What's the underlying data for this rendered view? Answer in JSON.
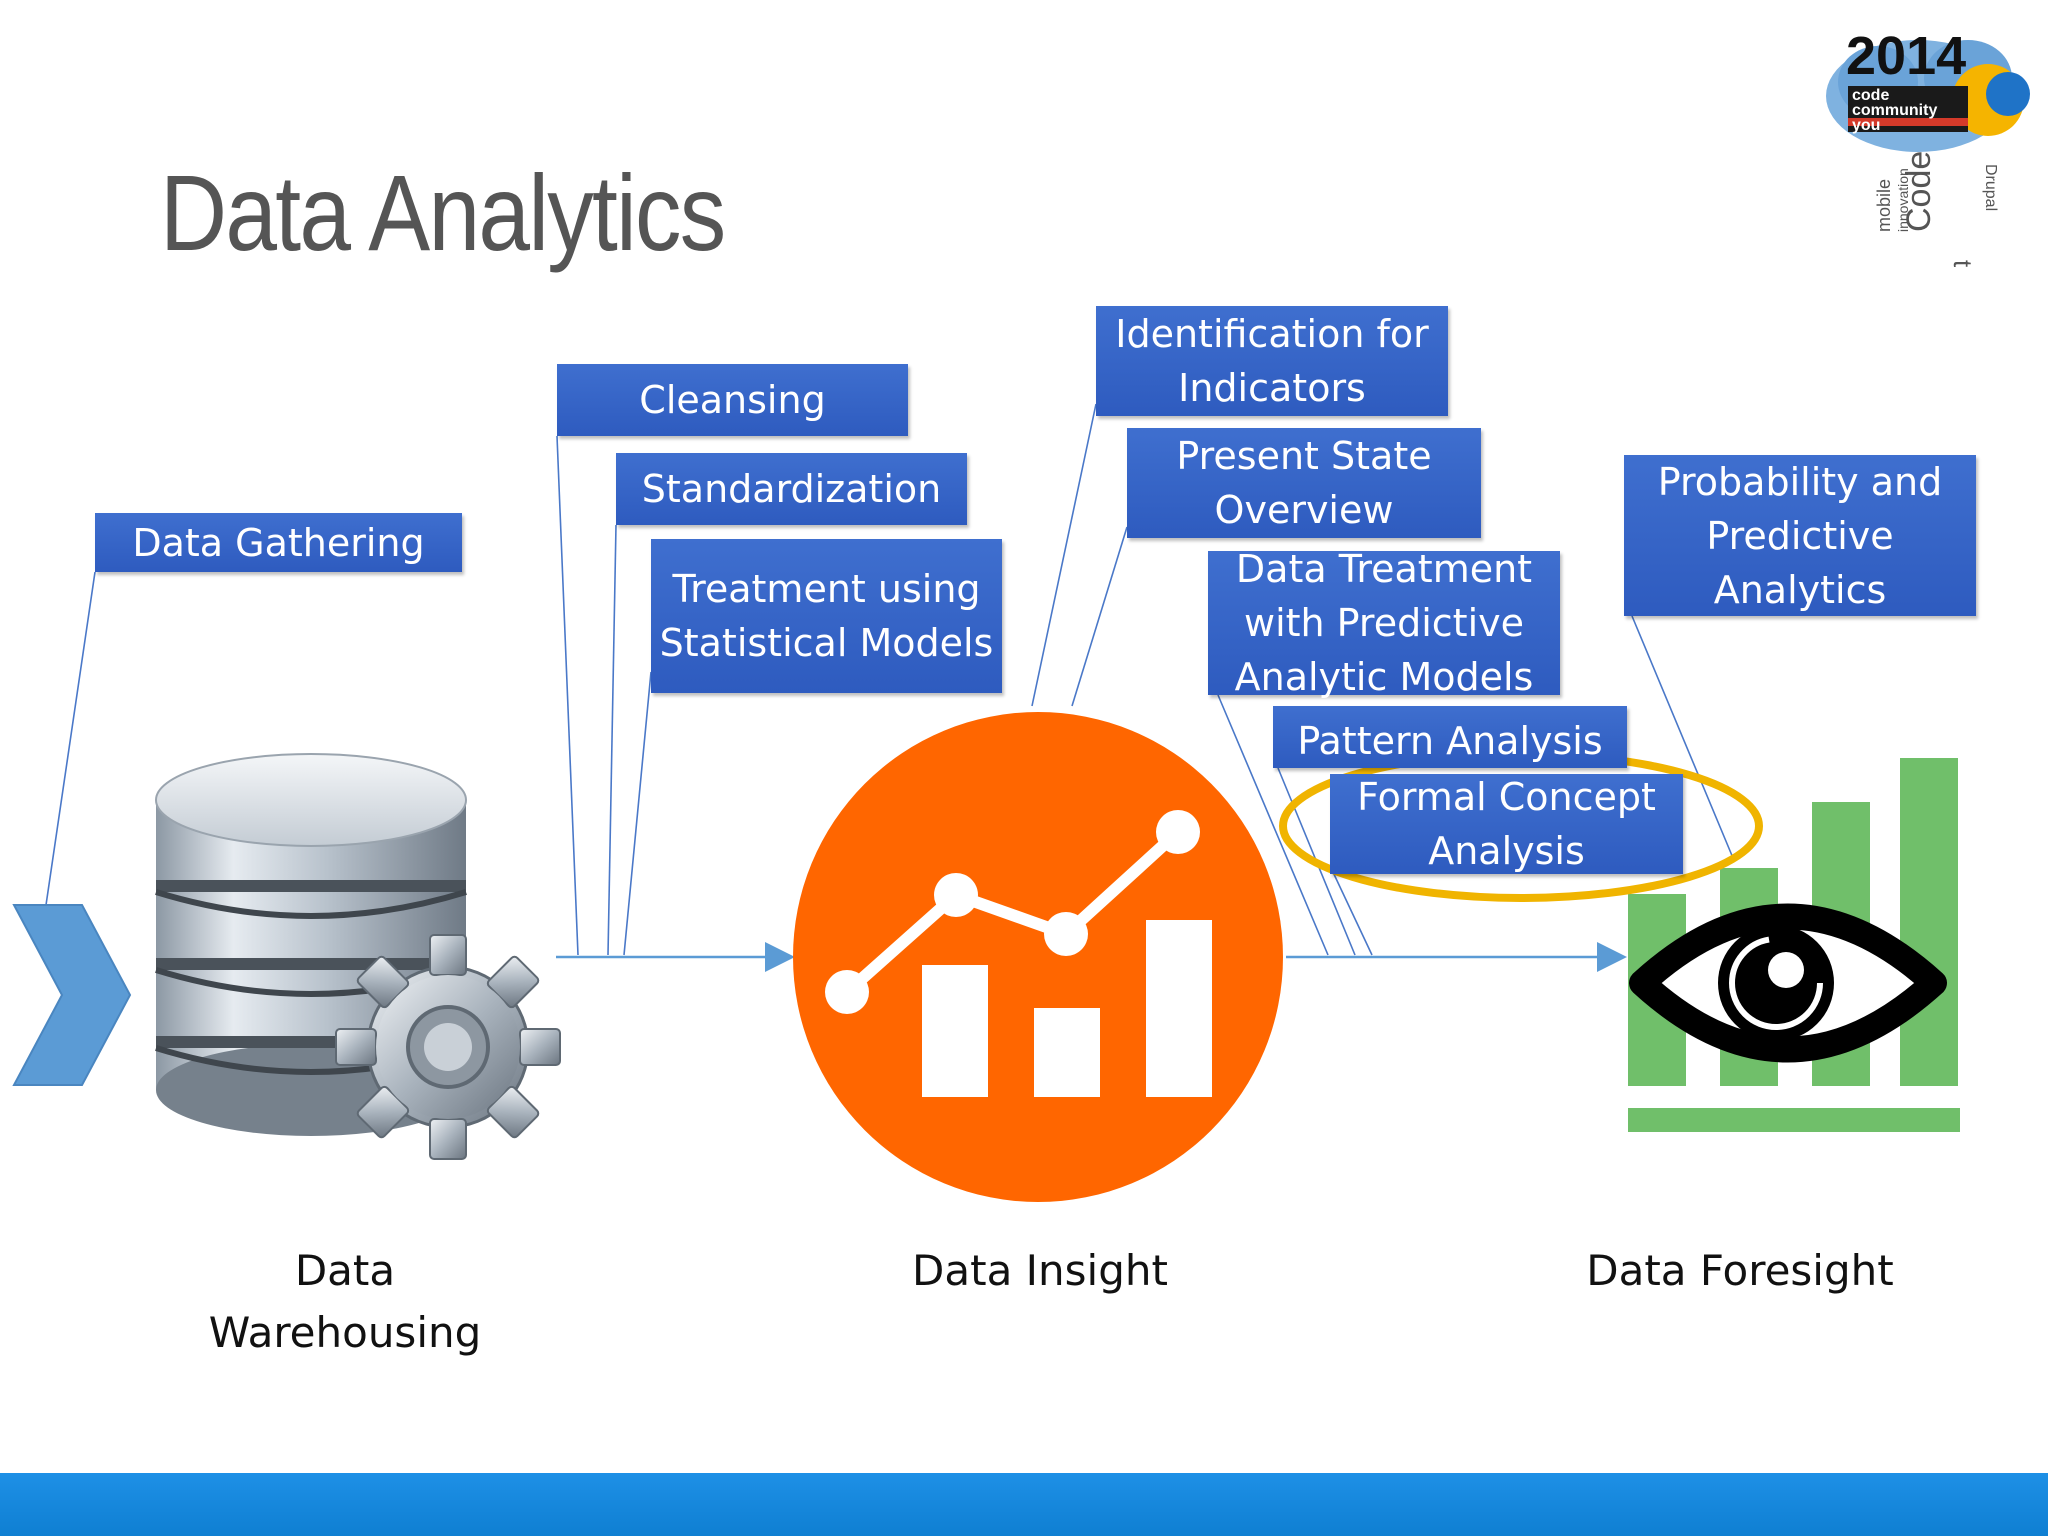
{
  "slide": {
    "title": "Data Analytics"
  },
  "labels": {
    "data_gathering": "Data Gathering",
    "cleansing": "Cleansing",
    "standardization": "Standardization",
    "treatment_statistical": "Treatment using Statistical Models",
    "identification_indicators": "Identification for Indicators",
    "present_state": "Present State Overview",
    "data_treatment_predictive": "Data Treatment with Predictive Analytic Models",
    "pattern_analysis": "Pattern Analysis",
    "formal_concept_analysis": "Formal Concept Analysis",
    "probability_predictive": "Probability and Predictive Analytics"
  },
  "stages": {
    "warehousing": "Data Warehousing",
    "insight": "Data Insight",
    "foresight": "Data Foresight"
  },
  "logo": {
    "year": "2014",
    "line1": "code",
    "line2": "community",
    "line3": "you",
    "vertical_words": [
      "mobile",
      "Code",
      "technology",
      "innovation",
      "Drupal"
    ]
  },
  "colors": {
    "box_blue": "#3567c9",
    "arrow_blue": "#5b9bd5",
    "insight_orange": "#ff6600",
    "foresight_green": "#70bf6a",
    "highlight_ellipse": "#f0b400",
    "footer_blue": "#1a8be0"
  },
  "icons": {
    "warehousing": "database-gear-icon",
    "insight": "analytics-chart-circle-icon",
    "foresight": "eye-bar-chart-icon",
    "start": "chevron-right-icon"
  }
}
